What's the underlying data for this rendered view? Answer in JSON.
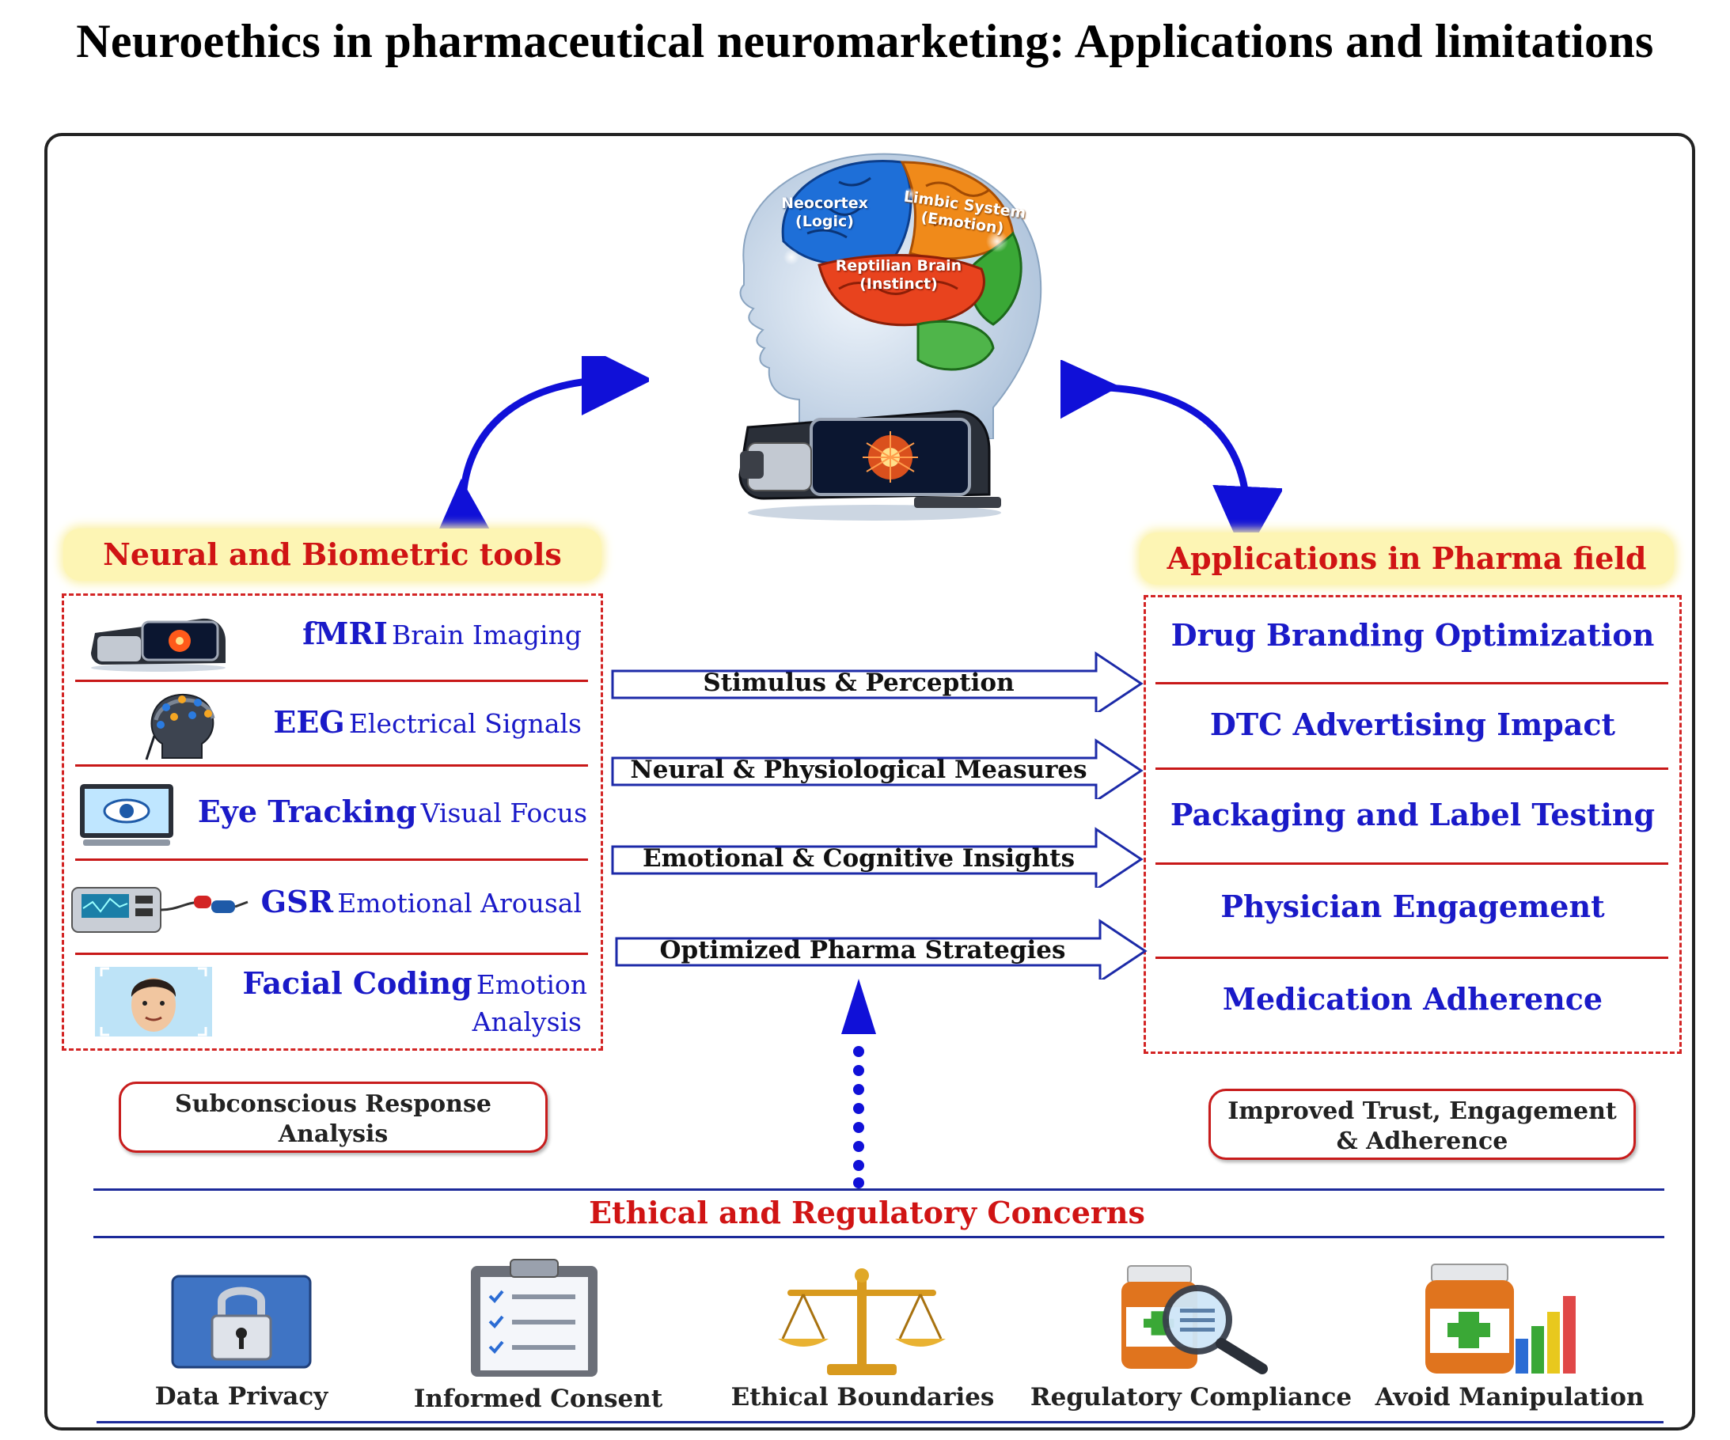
{
  "title": "Neuroethics in pharmaceutical neuromarketing: Applications and limitations",
  "brain": {
    "regions": [
      {
        "line1": "Neocortex",
        "line2": "(Logic)"
      },
      {
        "line1": "Limbic System",
        "line2": "(Emotion)"
      },
      {
        "line1": "Reptilian Brain",
        "line2": "(Instinct)"
      }
    ]
  },
  "left_panel": {
    "heading": "Neural and Biometric tools",
    "tools": [
      {
        "name": "fMRI",
        "desc": "Brain Imaging",
        "icon": "fmri-scanner-icon"
      },
      {
        "name": "EEG",
        "desc": "Electrical Signals",
        "icon": "eeg-cap-icon"
      },
      {
        "name": "Eye Tracking",
        "desc": "Visual Focus",
        "icon": "eye-tracking-monitor-icon"
      },
      {
        "name": "GSR",
        "desc": "Emotional Arousal",
        "icon": "gsr-device-icon"
      },
      {
        "name": "Facial Coding",
        "desc": "Emotion",
        "desc2": "Analysis",
        "icon": "facial-coding-face-icon"
      }
    ]
  },
  "flow_arrows": [
    "Stimulus & Perception",
    "Neural & Physiological Measures",
    "Emotional & Cognitive Insights",
    "Optimized Pharma Strategies"
  ],
  "right_panel": {
    "heading": "Applications in Pharma field",
    "applications": [
      "Drug Branding Optimization",
      "DTC Advertising Impact",
      "Packaging and Label Testing",
      "Physician Engagement",
      "Medication Adherence"
    ]
  },
  "outcomes": {
    "left": {
      "line1": "Subconscious Response",
      "line2": "Analysis"
    },
    "right": {
      "line1": "Improved Trust, Engagement",
      "line2": "& Adherence"
    }
  },
  "ethics": {
    "heading": "Ethical and Regulatory Concerns",
    "items": [
      {
        "label": "Data Privacy",
        "icon": "padlock-icon"
      },
      {
        "label": "Informed Consent",
        "icon": "clipboard-checklist-icon"
      },
      {
        "label": "Ethical Boundaries",
        "icon": "balance-scale-icon"
      },
      {
        "label": "Regulatory Compliance",
        "icon": "medicine-magnifier-icon"
      },
      {
        "label": "Avoid Manipulation",
        "icon": "medicine-bar-chart-icon"
      }
    ]
  },
  "colors": {
    "title_red": "#d01414",
    "blue_text": "#1a1ac8",
    "arrow_blue": "#1010d8",
    "banner_yellow": "#fdf5b4"
  }
}
